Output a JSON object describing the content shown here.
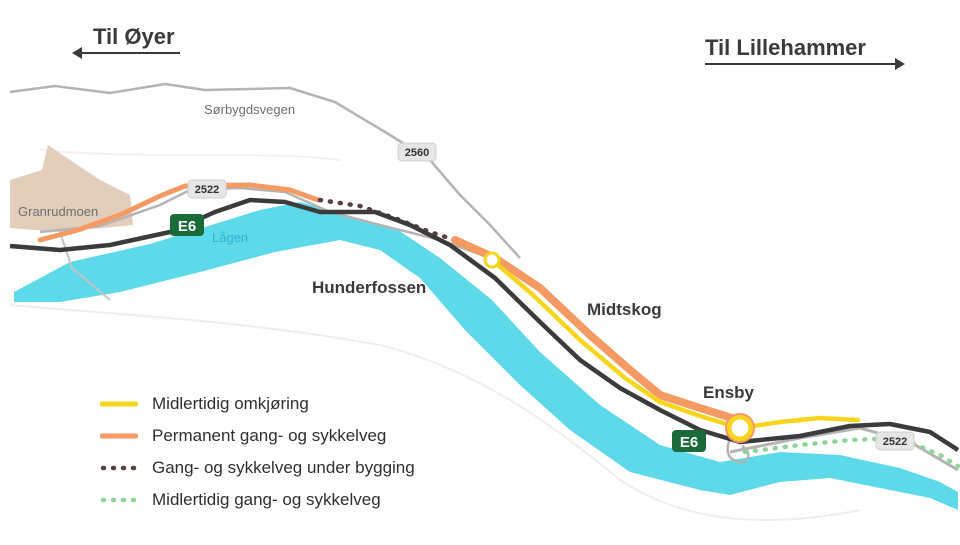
{
  "directions": {
    "west": "Til Øyer",
    "east": "Til Lillehammer"
  },
  "places": {
    "hunderfossen": "Hunderfossen",
    "midtskog": "Midtskog",
    "ensby": "Ensby",
    "granrudmoen": "Granrudmoen",
    "sorbygdsvegen": "Sørbygdsvegen",
    "lagen": "Lågen"
  },
  "road_shields": {
    "r2560": "2560",
    "r2522_west": "2522",
    "r2522_east": "2522",
    "e6_west": "E6",
    "e6_east": "E6"
  },
  "colors": {
    "temporary_detour": "#f7d51c",
    "permanent_path": "#f59a62",
    "path_under_construction": "#5a3f3f",
    "temporary_path": "#8fd49a",
    "river": "#5dd9ea",
    "e6_road": "#3b3b3b",
    "minor_road": "#b4b4b4",
    "e6_shield": "#1b6b3a",
    "settlement": "#e3cdbb"
  },
  "legend": [
    {
      "label": "Midlertidig omkjøring",
      "style": "solid",
      "color": "#f7d51c"
    },
    {
      "label": "Permanent gang- og sykkelveg",
      "style": "solid",
      "color": "#f59a62"
    },
    {
      "label": "Gang- og sykkelveg under bygging",
      "style": "dotted",
      "color": "#5a3f3f"
    },
    {
      "label": "Midlertidig gang- og sykkelveg",
      "style": "dotted",
      "color": "#8fd49a"
    }
  ]
}
